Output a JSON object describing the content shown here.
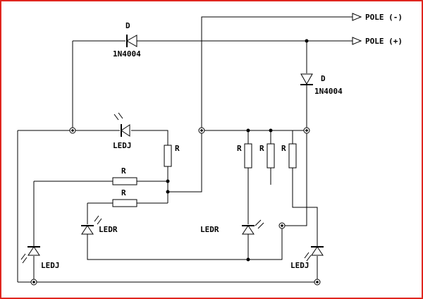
{
  "diagram": {
    "frame_color": "#e0261f",
    "labels": {
      "pole_neg": "POLE (-)",
      "pole_pos": "POLE (+)",
      "diode_top_name": "D",
      "diode_top_part": "1N4004",
      "diode_right_name": "D",
      "diode_right_part": "1N4004",
      "ledj_top": "LEDJ",
      "ledj_left": "LEDJ",
      "ledj_right": "LEDJ",
      "ledr_left": "LEDR",
      "ledr_mid": "LEDR",
      "r_vert": "R",
      "r_h1": "R",
      "r_h2": "R",
      "r_a": "R",
      "r_b": "R",
      "r_c": "R"
    }
  }
}
